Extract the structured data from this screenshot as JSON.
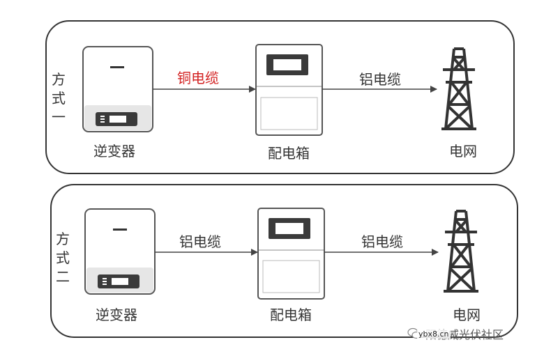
{
  "scheme1": {
    "title_chars": [
      "方",
      "式",
      "一"
    ],
    "inverter_label": "逆变器",
    "box_label": "配电箱",
    "grid_label": "电网",
    "cable1_label": "铜电缆",
    "cable2_label": "铝电缆"
  },
  "scheme2": {
    "title_chars": [
      "方",
      "式",
      "二"
    ],
    "inverter_label": "逆变器",
    "box_label": "配电箱",
    "grid_label": "电网",
    "cable1_label": "铝电缆",
    "cable2_label": "铝电缆"
  },
  "watermark": {
    "text": "阳德威光伏社区",
    "subtext": "ybx8.cn",
    "icon": "wechat-icon"
  },
  "colors": {
    "highlight": "#d32222",
    "stroke": "#444444",
    "tower": "#333333"
  }
}
